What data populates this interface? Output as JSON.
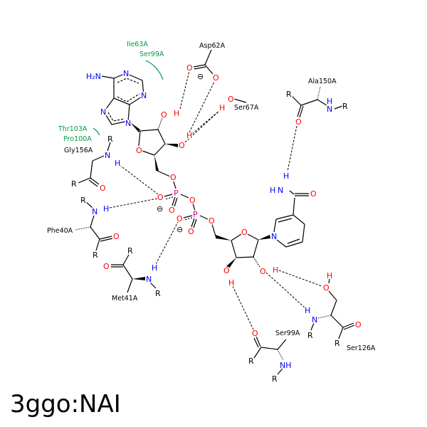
{
  "title": "3ggo:NAI",
  "symbols": {
    "O": "O",
    "N": "N",
    "H": "H",
    "R": "R",
    "P": "P",
    "NH": "NH",
    "amine": "H₂N",
    "minus": "⊖"
  },
  "residues": {
    "ile63": "Ile63A",
    "ser99_hydrophobic": "Ser99A",
    "asp62": "Asp62A",
    "ser67": "Ser67A",
    "thr103": "Thr103A",
    "pro100": "Pro100A",
    "gly156": "Gly156A",
    "phe40": "Phe40A",
    "met41": "Met41A",
    "ala150": "Ala150A",
    "ser126": "Ser126A",
    "ser99": "Ser99A"
  },
  "colors": {
    "oxygen": "#ff0000",
    "nitrogen": "#0000ff",
    "phosphorus": "#e0008f",
    "hydrophobic": "#009a3e"
  }
}
